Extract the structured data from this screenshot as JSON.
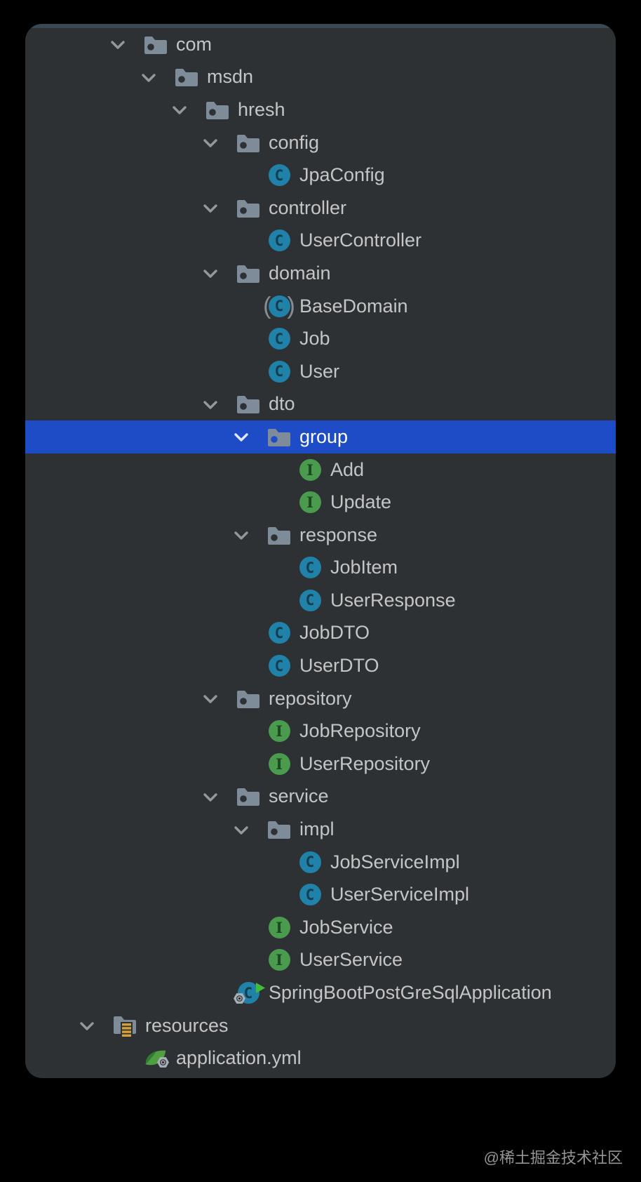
{
  "window": {
    "description": "IDE project tree panel"
  },
  "colors": {
    "panel_background": "#2e3133",
    "selection_blue": "#1d4cc6",
    "class_icon_blue": "#2081a9",
    "interface_icon_green": "#4a9b4e",
    "folder_gray": "#7e8c99",
    "resources_stripes_gold": "#d9a038",
    "spring_leaf_green": "#4c9c40",
    "run_triangle_green": "#42bd38",
    "label_text": "#c3c5c7"
  },
  "icons": {
    "class_letter": "C",
    "interface_letter": "I",
    "abstract_paren_left": "(",
    "abstract_paren_right": ")"
  },
  "tree": {
    "rows": [
      {
        "label": "com",
        "level": 2,
        "icon": "folder",
        "expanded": true
      },
      {
        "label": "msdn",
        "level": 3,
        "icon": "folder",
        "expanded": true
      },
      {
        "label": "hresh",
        "level": 4,
        "icon": "folder",
        "expanded": true
      },
      {
        "label": "config",
        "level": 5,
        "icon": "folder",
        "expanded": true
      },
      {
        "label": "JpaConfig",
        "level": 6,
        "icon": "class"
      },
      {
        "label": "controller",
        "level": 5,
        "icon": "folder",
        "expanded": true
      },
      {
        "label": "UserController",
        "level": 6,
        "icon": "class"
      },
      {
        "label": "domain",
        "level": 5,
        "icon": "folder",
        "expanded": true
      },
      {
        "label": "BaseDomain",
        "level": 6,
        "icon": "abstract-class"
      },
      {
        "label": "Job",
        "level": 6,
        "icon": "class"
      },
      {
        "label": "User",
        "level": 6,
        "icon": "class"
      },
      {
        "label": "dto",
        "level": 5,
        "icon": "folder",
        "expanded": true
      },
      {
        "label": "group",
        "level": 6,
        "icon": "folder",
        "expanded": true,
        "selected": true
      },
      {
        "label": "Add",
        "level": 7,
        "icon": "interface"
      },
      {
        "label": "Update",
        "level": 7,
        "icon": "interface"
      },
      {
        "label": "response",
        "level": 6,
        "icon": "folder",
        "expanded": true
      },
      {
        "label": "JobItem",
        "level": 7,
        "icon": "class"
      },
      {
        "label": "UserResponse",
        "level": 7,
        "icon": "class"
      },
      {
        "label": "JobDTO",
        "level": 6,
        "icon": "class"
      },
      {
        "label": "UserDTO",
        "level": 6,
        "icon": "class"
      },
      {
        "label": "repository",
        "level": 5,
        "icon": "folder",
        "expanded": true
      },
      {
        "label": "JobRepository",
        "level": 6,
        "icon": "interface"
      },
      {
        "label": "UserRepository",
        "level": 6,
        "icon": "interface"
      },
      {
        "label": "service",
        "level": 5,
        "icon": "folder",
        "expanded": true
      },
      {
        "label": "impl",
        "level": 6,
        "icon": "folder",
        "expanded": true
      },
      {
        "label": "JobServiceImpl",
        "level": 7,
        "icon": "class"
      },
      {
        "label": "UserServiceImpl",
        "level": 7,
        "icon": "class"
      },
      {
        "label": "JobService",
        "level": 6,
        "icon": "interface"
      },
      {
        "label": "UserService",
        "level": 6,
        "icon": "interface"
      },
      {
        "label": "SpringBootPostGreSqlApplication",
        "level": 5,
        "icon": "springboot-run-class"
      },
      {
        "label": "resources",
        "level": 1,
        "icon": "resources-folder",
        "expanded": true
      },
      {
        "label": "application.yml",
        "level": 2,
        "icon": "spring-config-file"
      }
    ]
  },
  "watermark": {
    "text": "@稀土掘金技术社区"
  }
}
